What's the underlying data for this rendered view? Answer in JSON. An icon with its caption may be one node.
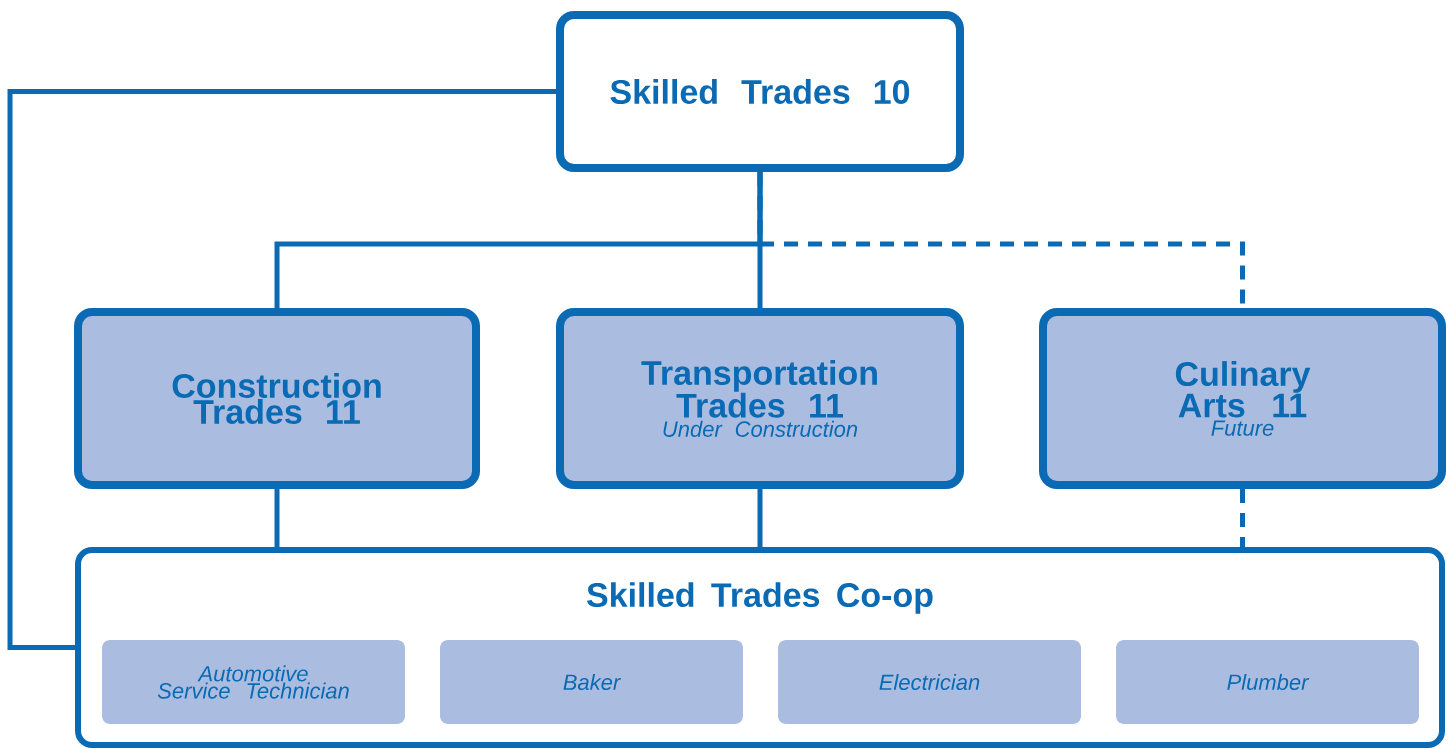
{
  "diagram": {
    "nodes": [
      {
        "text": [
          "Skilled Trades 10"
        ]
      },
      {
        "text": [
          "Construction Trades 11"
        ]
      },
      {
        "text": [
          "Transportation Trades 11",
          "Under Construction"
        ]
      },
      {
        "text": [
          "Culinary Arts 11",
          "Future"
        ]
      },
      {
        "text": [
          "Skilled Trades Co-op"
        ]
      },
      {
        "text": [
          "Automotive Service Technician"
        ],
        "in": 4
      },
      {
        "text": [
          "Baker"
        ],
        "in": 4
      },
      {
        "text": [
          "Electrician"
        ],
        "in": 4
      },
      {
        "text": [
          "Plumber"
        ],
        "in": 4
      }
    ],
    "edges": [
      {
        "from": 0,
        "to": 1,
        "arrow": "none"
      },
      {
        "from": 0,
        "to": 2,
        "arrow": "none"
      },
      {
        "from": 0,
        "to": 3,
        "arrow": "none",
        "style": "dashed"
      },
      {
        "from": 0,
        "to": 4,
        "arrow": "none"
      },
      {
        "from": 1,
        "to": 4,
        "arrow": "none"
      },
      {
        "from": 2,
        "to": 4,
        "arrow": "none"
      },
      {
        "from": 3,
        "to": 4,
        "arrow": "none",
        "style": "dashed"
      }
    ]
  }
}
